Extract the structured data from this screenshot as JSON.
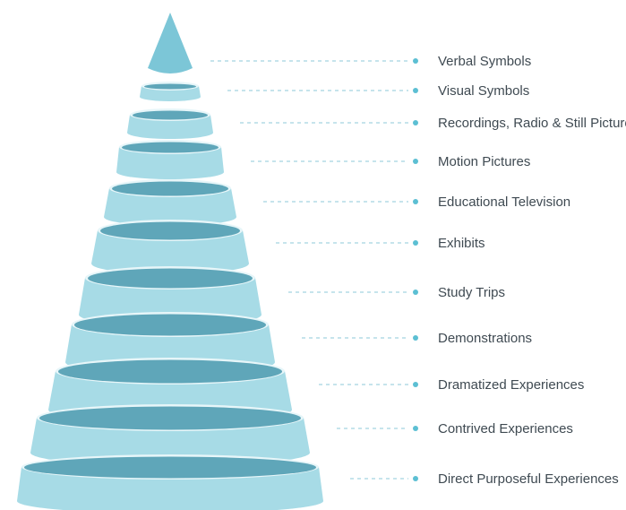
{
  "colors": {
    "band_light": "#a7dbe6",
    "band_dark": "#5fa6b9",
    "band_tip": "#7cc6d7",
    "band_white_ring": "#e7f6f9",
    "leader_line": "#8ecad8",
    "bullet": "#5cbfd3",
    "label_text": "#3f4a52"
  },
  "levels": [
    {
      "label": "Verbal Symbols",
      "icon": "cone-tip"
    },
    {
      "label": "Visual Symbols",
      "icon": "band"
    },
    {
      "label": "Recordings, Radio & Still Pictures",
      "icon": "band"
    },
    {
      "label": "Motion Pictures",
      "icon": "band"
    },
    {
      "label": "Educational Television",
      "icon": "band"
    },
    {
      "label": "Exhibits",
      "icon": "band"
    },
    {
      "label": "Study Trips",
      "icon": "band"
    },
    {
      "label": "Demonstrations",
      "icon": "band"
    },
    {
      "label": "Dramatized Experiences",
      "icon": "band"
    },
    {
      "label": "Contrived Experiences",
      "icon": "band"
    },
    {
      "label": "Direct Purposeful Experiences",
      "icon": "band"
    }
  ]
}
